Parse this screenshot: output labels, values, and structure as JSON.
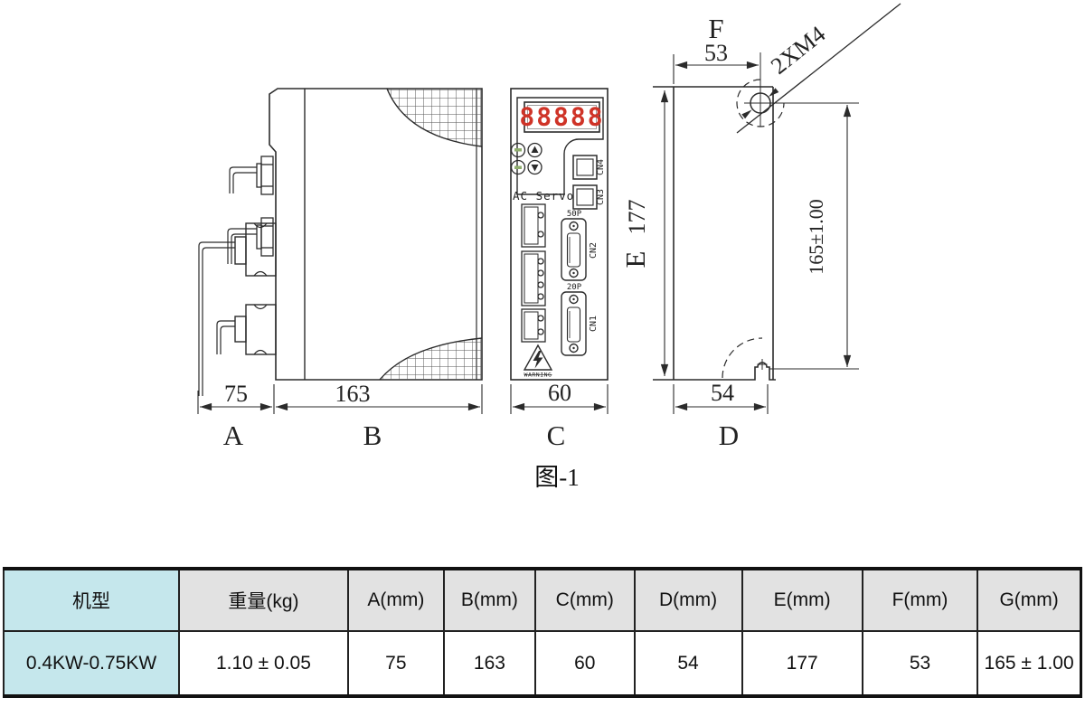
{
  "colors": {
    "line": "#2b2b2b",
    "display_red": "#cf3327",
    "header_gray": "#e2e2e2",
    "header_cyan": "#c5e7ec"
  },
  "figure": {
    "caption": "图-1",
    "side_view": {
      "dims": {
        "a_value": "75",
        "a_label": "A",
        "b_value": "163",
        "b_label": "B"
      }
    },
    "front_view": {
      "display_value": "88888",
      "brand": "AC Servo",
      "cn4": "CN4",
      "cn3": "CN3",
      "cn2": "CN2",
      "cn1": "CN1",
      "cn2_pins": "50P",
      "cn1_pins": "20P",
      "warning": "WARNING",
      "dims": {
        "c_value": "60",
        "c_label": "C"
      }
    },
    "back_view": {
      "thread_note": "2XM4",
      "dims": {
        "f_label": "F",
        "f_value": "53",
        "e_label": "E",
        "e_value": "177",
        "g_value": "165±1.00",
        "d_value": "54",
        "d_label": "D"
      }
    }
  },
  "table": {
    "headers": [
      "机型",
      "重量(kg)",
      "A(mm)",
      "B(mm)",
      "C(mm)",
      "D(mm)",
      "E(mm)",
      "F(mm)",
      "G(mm)"
    ],
    "rows": [
      [
        "0.4KW-0.75KW",
        "1.10 ± 0.05",
        "75",
        "163",
        "60",
        "54",
        "177",
        "53",
        "165 ± 1.00"
      ]
    ]
  }
}
